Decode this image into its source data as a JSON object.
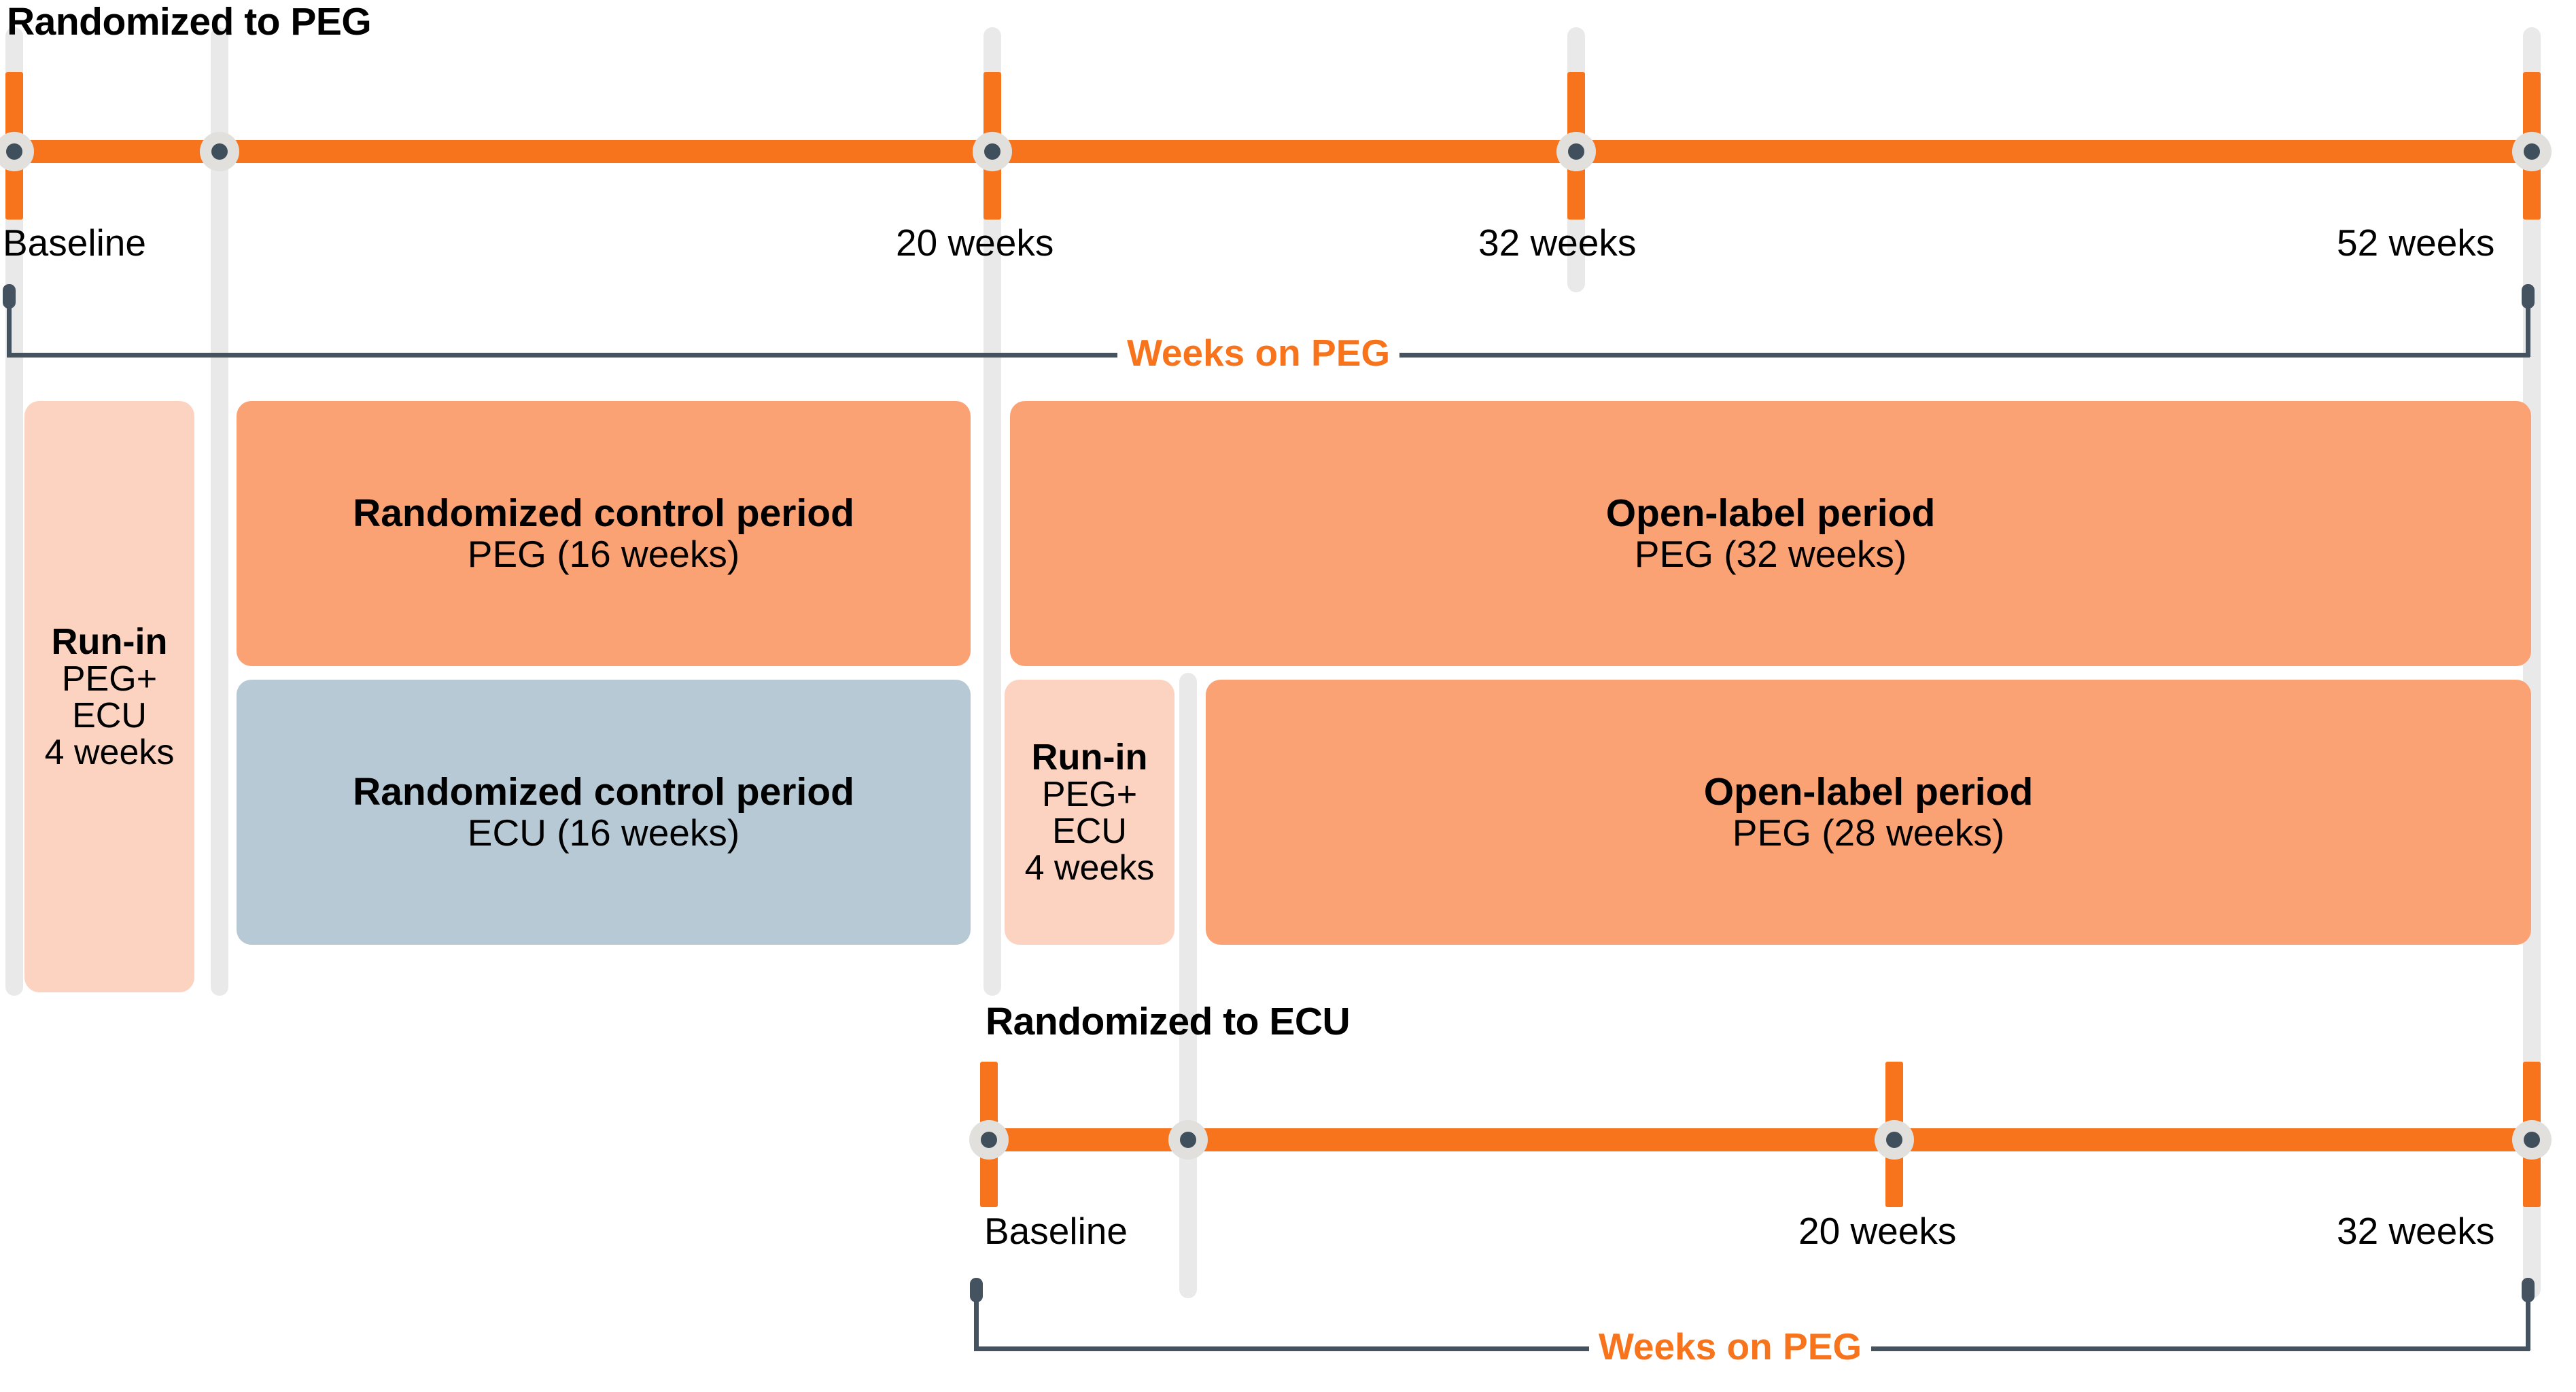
{
  "colors": {
    "timeline": "#f8741c",
    "rail": "#e9e9e9",
    "node_outer": "#e2e0dd",
    "node_inner": "#3f4f5c",
    "bracket": "#44535f",
    "box_orange": "#fba275",
    "box_peach": "#fbd3c0",
    "box_blue": "#b6c9d5",
    "accent_text": "#f8741c"
  },
  "peg_arm": {
    "title": "Randomized to PEG",
    "timeline_ticks": [
      {
        "label": "Baseline",
        "align": "left"
      },
      {
        "label": "",
        "align": "none"
      },
      {
        "label": "20 weeks",
        "align": "left"
      },
      {
        "label": "32 weeks",
        "align": "left"
      },
      {
        "label": "52 weeks",
        "align": "right"
      }
    ],
    "bracket_label": "Weeks on PEG",
    "boxes": [
      {
        "name": "run-in",
        "color": "peach",
        "lines": [
          "Run-in",
          "PEG+",
          "ECU",
          "4 weeks"
        ]
      },
      {
        "name": "randomized-control-peg",
        "color": "orange",
        "line1": "Randomized control period",
        "line2": "PEG (16 weeks)"
      },
      {
        "name": "open-label-peg-32",
        "color": "orange",
        "line1": "Open-label period",
        "line2": "PEG (32 weeks)"
      },
      {
        "name": "randomized-control-ecu",
        "color": "blue",
        "line1": "Randomized control period",
        "line2": "ECU (16 weeks)"
      },
      {
        "name": "run-in-ecu",
        "color": "peach",
        "lines": [
          "Run-in",
          "PEG+",
          "ECU",
          "4 weeks"
        ]
      },
      {
        "name": "open-label-peg-28",
        "color": "orange",
        "line1": "Open-label period",
        "line2": "PEG (28 weeks)"
      }
    ]
  },
  "ecu_arm": {
    "title": "Randomized to ECU",
    "timeline_ticks": [
      {
        "label": "Baseline",
        "align": "left"
      },
      {
        "label": "",
        "align": "none"
      },
      {
        "label": "20 weeks",
        "align": "left"
      },
      {
        "label": "32 weeks",
        "align": "right"
      }
    ],
    "bracket_label": "Weeks on PEG"
  },
  "chart_data": {
    "type": "table",
    "title": "Study design: PEG vs ECU randomized controlled trial with open-label extension",
    "arms": [
      {
        "arm": "Randomized to PEG",
        "timeline_weeks": [
          0,
          4,
          20,
          32,
          52
        ],
        "timeline_labels": [
          "Baseline",
          "",
          "20 weeks",
          "32 weeks",
          "52 weeks"
        ],
        "weeks_on_peg_span": [
          0,
          52
        ],
        "periods": [
          {
            "name": "Run-in PEG+ECU",
            "weeks": 4,
            "start": 0,
            "end": 4
          },
          {
            "name": "Randomized control period PEG",
            "weeks": 16,
            "start": 4,
            "end": 20
          },
          {
            "name": "Open-label period PEG",
            "weeks": 32,
            "start": 20,
            "end": 52
          }
        ]
      },
      {
        "arm": "Randomized to ECU",
        "timeline_weeks": [
          20,
          24,
          40,
          52
        ],
        "timeline_labels": [
          "Baseline",
          "",
          "20 weeks",
          "32 weeks"
        ],
        "weeks_on_peg_span": [
          20,
          52
        ],
        "periods": [
          {
            "name": "Run-in PEG+ECU",
            "weeks": 4,
            "start": 0,
            "end": 4
          },
          {
            "name": "Randomized control period ECU",
            "weeks": 16,
            "start": 4,
            "end": 20
          },
          {
            "name": "Run-in PEG+ECU",
            "weeks": 4,
            "start": 20,
            "end": 24
          },
          {
            "name": "Open-label period PEG",
            "weeks": 28,
            "start": 24,
            "end": 52
          }
        ]
      }
    ]
  }
}
